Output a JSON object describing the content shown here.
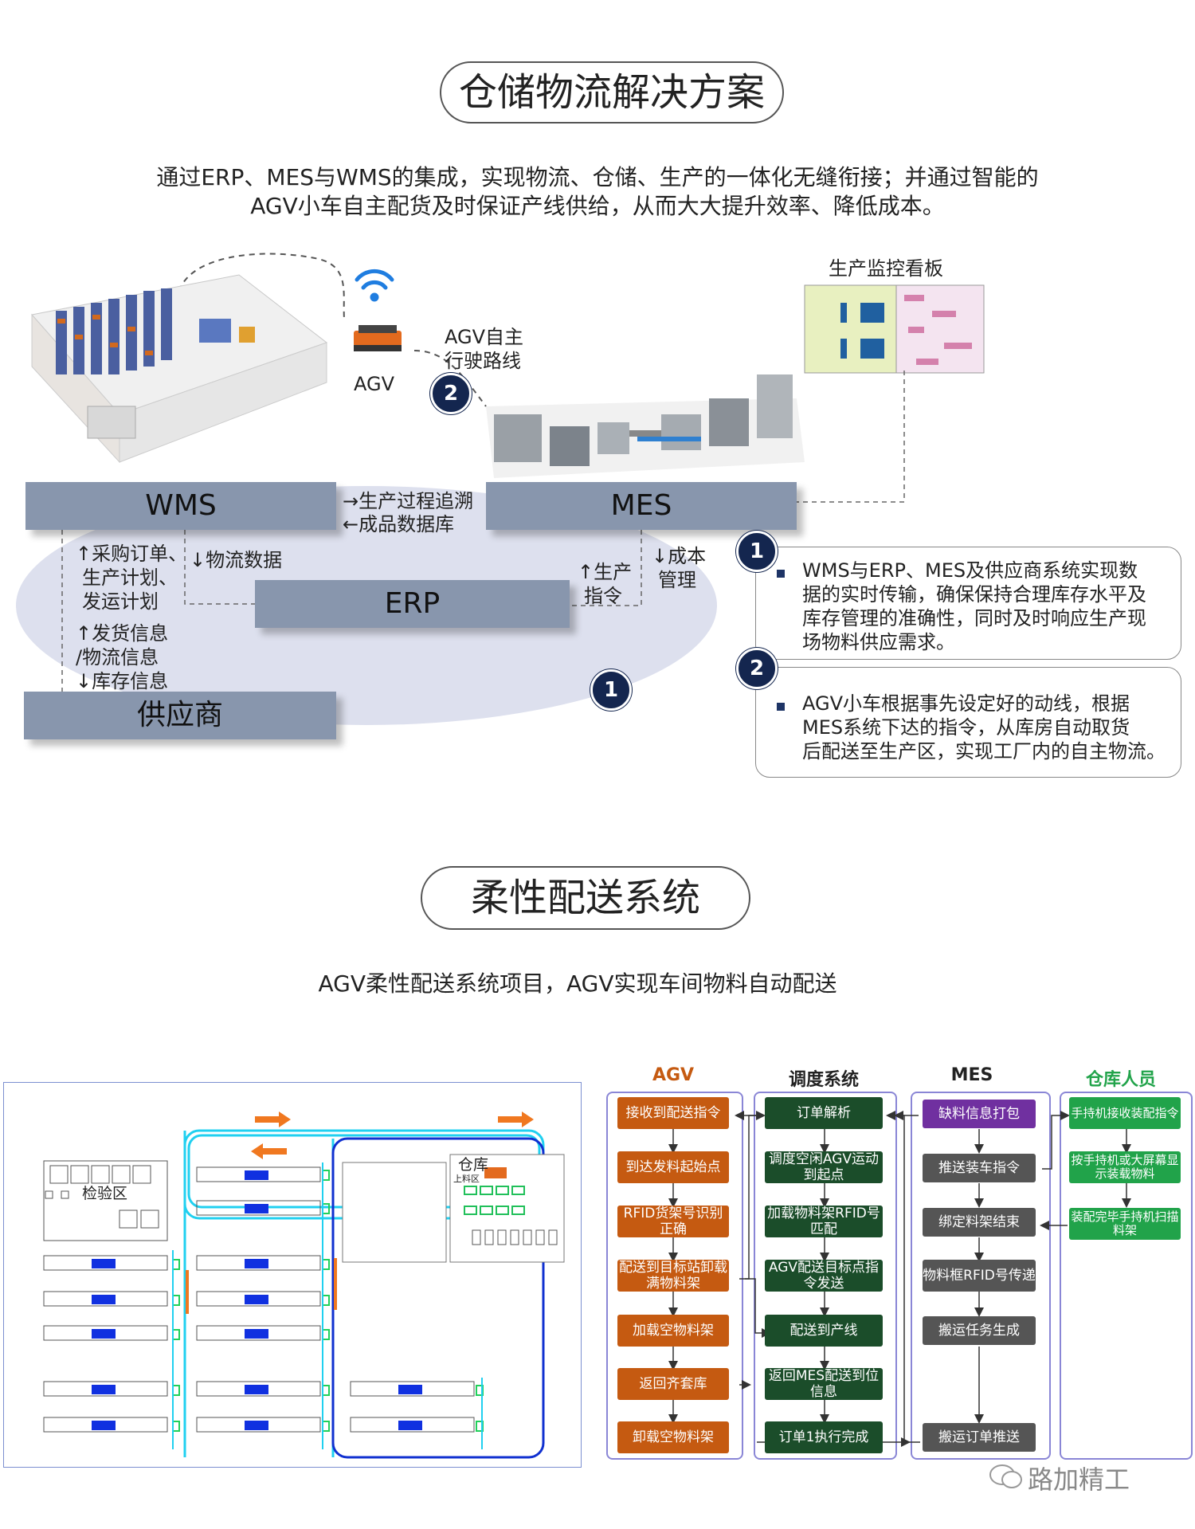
{
  "section1": {
    "title": "仓储物流解决方案",
    "intro_line1": "通过ERP、MES与WMS的集成，实现物流、仓储、生产的一体化无缝衔接；并通过智能的",
    "intro_line2": "AGV小车自主配货及时保证产线供给，从而大大提升效率、降低成本。",
    "board_label": "生产监控看板",
    "agv_label": "AGV",
    "agv_route_line1": "AGV自主",
    "agv_route_line2": "行驶路线",
    "systems": {
      "wms": "WMS",
      "mes": "MES",
      "erp": "ERP",
      "supplier": "供应商"
    },
    "flows": {
      "wms_mes_1": "→生产过程追溯",
      "wms_mes_2": "←成品数据库",
      "purchase_1": "↑采购订单、",
      "purchase_2": "生产计划、",
      "purchase_3": "发运计划",
      "logistics_data": "↓物流数据",
      "ship_1": "↑发货信息",
      "ship_2": "/物流信息",
      "ship_3": "↓库存信息",
      "prod_cmd_1": "↑生产",
      "prod_cmd_2": "指令",
      "cost_1": "↓成本",
      "cost_2": "管理"
    },
    "badges": {
      "one": "1",
      "two": "2"
    },
    "notes": [
      {
        "num": "1",
        "lines": [
          "WMS与ERP、MES及供应商系统实现数",
          "据的实时传输，确保保持合理库存水平及",
          "库存管理的准确性，同时及时响应生产现",
          "场物料供应需求。"
        ]
      },
      {
        "num": "2",
        "lines": [
          "AGV小车根据事先设定好的动线，根据",
          "MES系统下达的指令，从库房自动取货",
          "后配送至生产区，实现工厂内的自主物流。"
        ]
      }
    ]
  },
  "section2": {
    "title": "柔性配送系统",
    "subtitle": "AGV柔性配送系统项目，AGV实现车间物料自动配送",
    "layout_labels": {
      "inspection": "检验区",
      "warehouse": "仓库",
      "loading": "上料区"
    },
    "columns": [
      "AGV",
      "调度系统",
      "MES",
      "仓库人员"
    ],
    "agv_steps": [
      "接收到配送指令",
      "到达发料起始点",
      "RFID货架号识别正确",
      "配送到目标站卸载满物料架",
      "加载空物料架",
      "返回齐套库",
      "卸载空物料架"
    ],
    "dispatch_steps": [
      "订单解析",
      "调度空闲AGV运动到起点",
      "加载物料架RFID号匹配",
      "AGV配送目标点指令发送",
      "配送到产线",
      "返回MES配送到位信息",
      "订单1执行完成"
    ],
    "mes_steps": [
      "缺料信息打包",
      "推送装车指令",
      "绑定料架结束",
      "物料框RFID号传递",
      "搬运任务生成",
      "搬运订单推送"
    ],
    "staff_steps": [
      "手持机接收装配指令",
      "按手持机或大屏幕显示装载物料",
      "装配完毕手持机扫描料架"
    ],
    "watermark": "路加精工",
    "colors": {
      "agv_head": "#c55a11",
      "staff_head": "#21a34a"
    }
  }
}
